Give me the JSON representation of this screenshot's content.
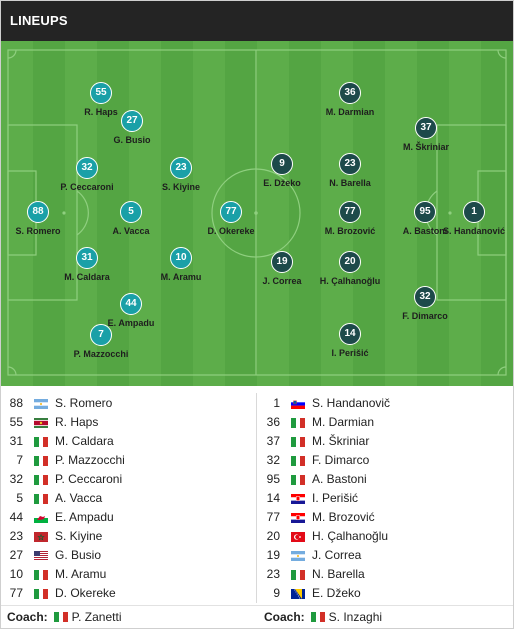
{
  "header": {
    "title": "LINEUPS"
  },
  "colors": {
    "home": "#1aa0a7",
    "away": "#1d4a4a",
    "pitch": "#57a846",
    "header": "#242424"
  },
  "pitch": {
    "home": [
      {
        "num": "88",
        "name": "S. Romero"
      },
      {
        "num": "55",
        "name": "R. Haps"
      },
      {
        "num": "27",
        "name": "G. Busio"
      },
      {
        "num": "32",
        "name": "P. Ceccaroni"
      },
      {
        "num": "23",
        "name": "S. Kiyine"
      },
      {
        "num": "5",
        "name": "A. Vacca"
      },
      {
        "num": "77",
        "name": "D. Okereke"
      },
      {
        "num": "31",
        "name": "M. Caldara"
      },
      {
        "num": "10",
        "name": "M. Aramu"
      },
      {
        "num": "44",
        "name": "E. Ampadu"
      },
      {
        "num": "7",
        "name": "P. Mazzocchi"
      }
    ],
    "away": [
      {
        "num": "36",
        "name": "M. Darmian"
      },
      {
        "num": "37",
        "name": "M. Škriniar"
      },
      {
        "num": "9",
        "name": "E. Džeko"
      },
      {
        "num": "23",
        "name": "N. Barella"
      },
      {
        "num": "77",
        "name": "M. Brozović"
      },
      {
        "num": "95",
        "name": "A. Bastoni"
      },
      {
        "num": "1",
        "name": "S. Handanović"
      },
      {
        "num": "19",
        "name": "J. Correa"
      },
      {
        "num": "20",
        "name": "H. Çalhanoğlu"
      },
      {
        "num": "32",
        "name": "F. Dimarco"
      },
      {
        "num": "14",
        "name": "I. Perišić"
      }
    ]
  },
  "roster": {
    "home": [
      {
        "num": "88",
        "flag": "argentina",
        "name": "S. Romero"
      },
      {
        "num": "55",
        "flag": "suriname",
        "name": "R. Haps"
      },
      {
        "num": "31",
        "flag": "italy",
        "name": "M. Caldara"
      },
      {
        "num": "7",
        "flag": "italy",
        "name": "P. Mazzocchi"
      },
      {
        "num": "32",
        "flag": "italy",
        "name": "P. Ceccaroni"
      },
      {
        "num": "5",
        "flag": "italy",
        "name": "A. Vacca"
      },
      {
        "num": "44",
        "flag": "wales",
        "name": "E. Ampadu"
      },
      {
        "num": "23",
        "flag": "morocco",
        "name": "S. Kiyine"
      },
      {
        "num": "27",
        "flag": "usa",
        "name": "G. Busio"
      },
      {
        "num": "10",
        "flag": "italy",
        "name": "M. Aramu"
      },
      {
        "num": "77",
        "flag": "italy",
        "name": "D. Okereke"
      }
    ],
    "away": [
      {
        "num": "1",
        "flag": "slovenia",
        "name": "S. Handanovič"
      },
      {
        "num": "36",
        "flag": "italy",
        "name": "M. Darmian"
      },
      {
        "num": "37",
        "flag": "italy",
        "name": "M. Škriniar"
      },
      {
        "num": "32",
        "flag": "italy",
        "name": "F. Dimarco"
      },
      {
        "num": "95",
        "flag": "italy",
        "name": "A. Bastoni"
      },
      {
        "num": "14",
        "flag": "croatia",
        "name": "I. Perišić"
      },
      {
        "num": "77",
        "flag": "croatia",
        "name": "M. Brozović"
      },
      {
        "num": "20",
        "flag": "turkey",
        "name": "H. Çalhanoğlu"
      },
      {
        "num": "19",
        "flag": "argentina",
        "name": "J. Correa"
      },
      {
        "num": "23",
        "flag": "italy",
        "name": "N. Barella"
      },
      {
        "num": "9",
        "flag": "bosnia",
        "name": "E. Džeko"
      }
    ]
  },
  "coach": {
    "label": "Coach:",
    "home": {
      "flag": "italy",
      "name": "P. Zanetti"
    },
    "away": {
      "flag": "italy",
      "name": "S. Inzaghi"
    }
  }
}
